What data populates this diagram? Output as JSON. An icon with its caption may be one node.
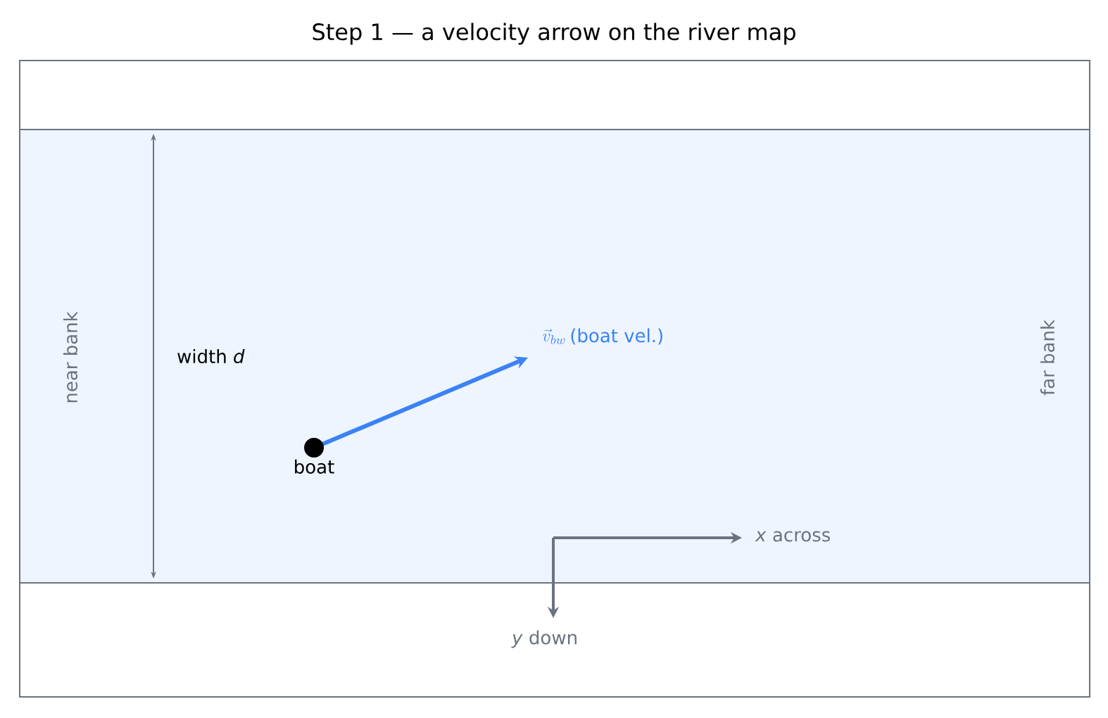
{
  "diagram": {
    "title": "Step 1 — a velocity arrow on the river map",
    "nodes": [
      {
        "text": [],
        "shape": "circle",
        "beside": [
          "boat"
        ]
      }
    ],
    "labels": [
      "width *d*",
      "\\vec{v}_{bw}",
      "(boat vel.)",
      "near bank",
      "far bank",
      "*x* across",
      "*y* down"
    ]
  }
}
